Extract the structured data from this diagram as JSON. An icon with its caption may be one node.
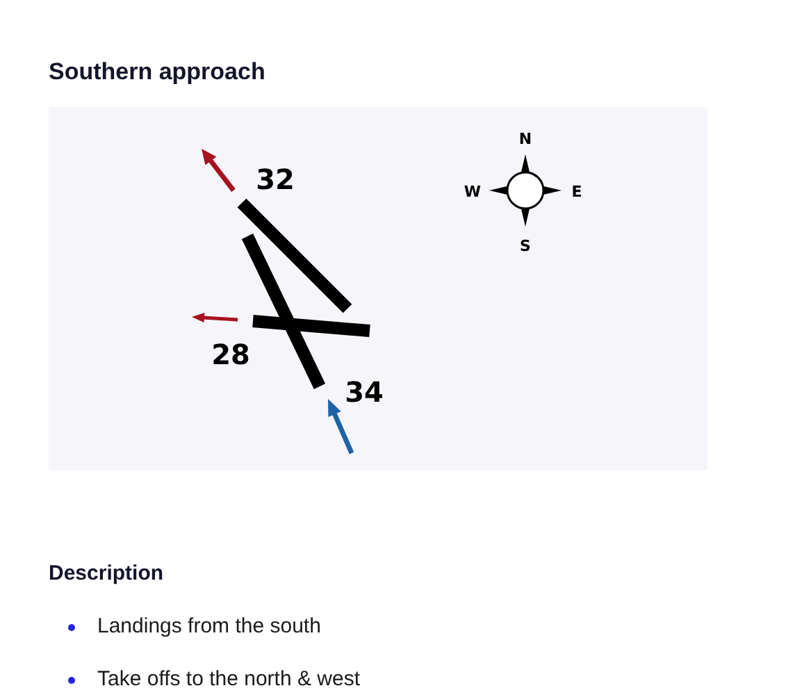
{
  "diagram": {
    "title": "Southern approach",
    "labels": [
      "32",
      "28",
      "34",
      "N",
      "W",
      "E",
      "S",
      "Description",
      "Landings from the south",
      "Take offs to the north & west"
    ]
  }
}
